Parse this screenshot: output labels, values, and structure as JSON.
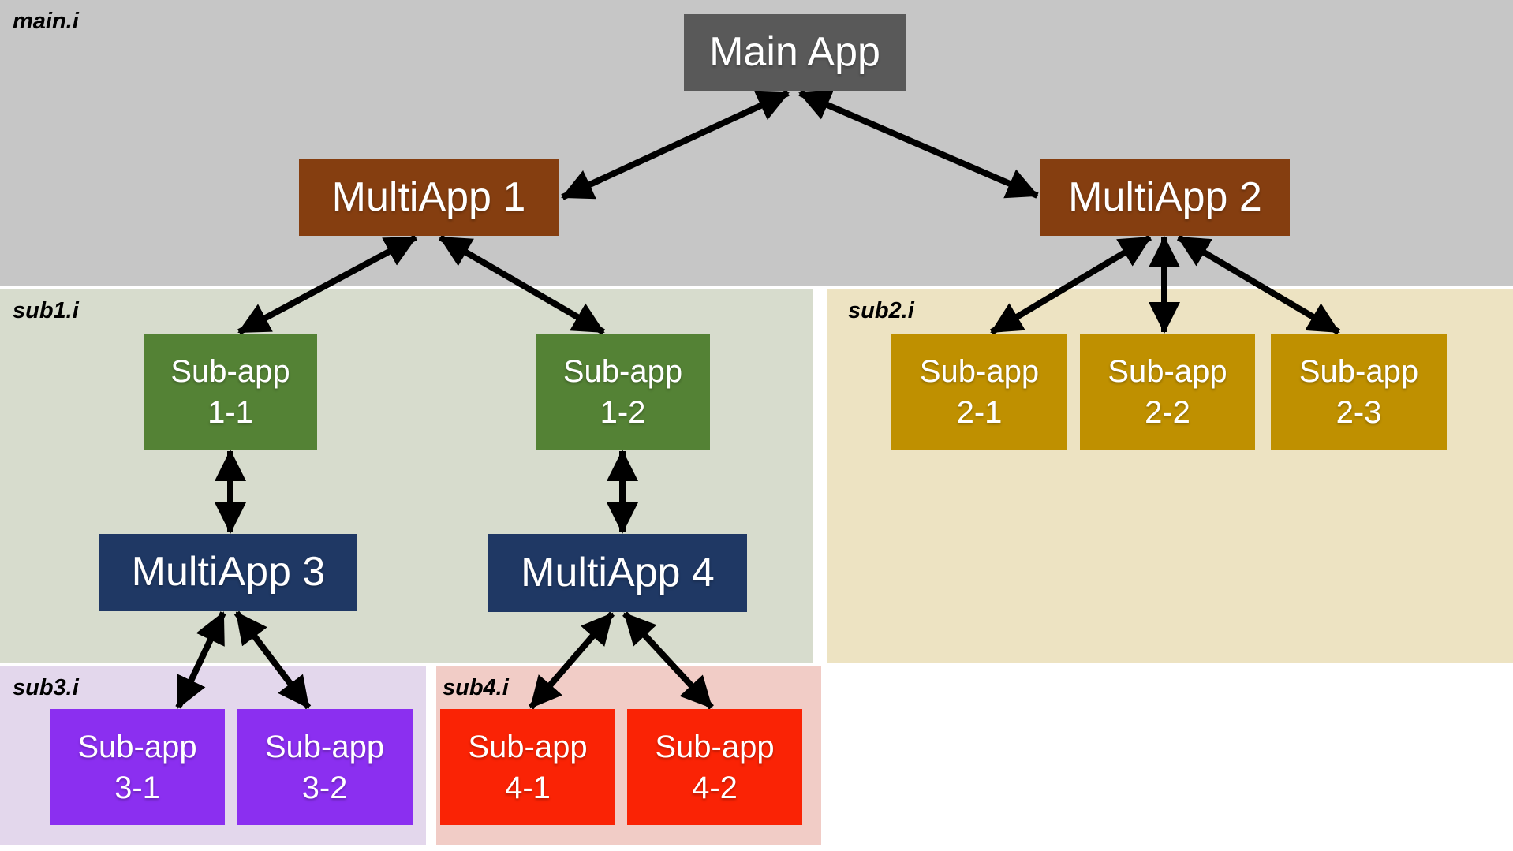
{
  "diagram": {
    "arrow_color": "#000000",
    "regions": [
      {
        "id": "main",
        "label": "main.i",
        "bg": "#c6c6c6"
      },
      {
        "id": "sub1",
        "label": "sub1.i",
        "bg": "#d7dccd"
      },
      {
        "id": "sub2",
        "label": "sub2.i",
        "bg": "#ede3c2"
      },
      {
        "id": "sub3",
        "label": "sub3.i",
        "bg": "#e3d7ec"
      },
      {
        "id": "sub4",
        "label": "sub4.i",
        "bg": "#f1ccc6"
      }
    ],
    "nodes": [
      {
        "id": "main-app",
        "label": "Main App",
        "color": "#595959",
        "region": "main"
      },
      {
        "id": "multiapp-1",
        "label": "MultiApp 1",
        "color": "#853e10",
        "region": "main"
      },
      {
        "id": "multiapp-2",
        "label": "MultiApp 2",
        "color": "#853e10",
        "region": "main"
      },
      {
        "id": "sub-app-1-1",
        "label": "Sub-app\n1-1",
        "color": "#548235",
        "region": "sub1"
      },
      {
        "id": "sub-app-1-2",
        "label": "Sub-app\n1-2",
        "color": "#548235",
        "region": "sub1"
      },
      {
        "id": "sub-app-2-1",
        "label": "Sub-app\n2-1",
        "color": "#bf9000",
        "region": "sub2"
      },
      {
        "id": "sub-app-2-2",
        "label": "Sub-app\n2-2",
        "color": "#bf9000",
        "region": "sub2"
      },
      {
        "id": "sub-app-2-3",
        "label": "Sub-app\n2-3",
        "color": "#bf9000",
        "region": "sub2"
      },
      {
        "id": "multiapp-3",
        "label": "MultiApp 3",
        "color": "#1f3864",
        "region": "sub1"
      },
      {
        "id": "multiapp-4",
        "label": "MultiApp 4",
        "color": "#1f3864",
        "region": "sub1"
      },
      {
        "id": "sub-app-3-1",
        "label": "Sub-app\n3-1",
        "color": "#8b2ff0",
        "region": "sub3"
      },
      {
        "id": "sub-app-3-2",
        "label": "Sub-app\n3-2",
        "color": "#8b2ff0",
        "region": "sub3"
      },
      {
        "id": "sub-app-4-1",
        "label": "Sub-app\n4-1",
        "color": "#fa2305",
        "region": "sub4"
      },
      {
        "id": "sub-app-4-2",
        "label": "Sub-app\n4-2",
        "color": "#fa2305",
        "region": "sub4"
      }
    ],
    "edges": [
      {
        "from": "main-app",
        "to": "multiapp-1",
        "direction": "bidirectional"
      },
      {
        "from": "main-app",
        "to": "multiapp-2",
        "direction": "bidirectional"
      },
      {
        "from": "multiapp-1",
        "to": "sub-app-1-1",
        "direction": "bidirectional"
      },
      {
        "from": "multiapp-1",
        "to": "sub-app-1-2",
        "direction": "bidirectional"
      },
      {
        "from": "multiapp-2",
        "to": "sub-app-2-1",
        "direction": "bidirectional"
      },
      {
        "from": "multiapp-2",
        "to": "sub-app-2-2",
        "direction": "bidirectional"
      },
      {
        "from": "multiapp-2",
        "to": "sub-app-2-3",
        "direction": "bidirectional"
      },
      {
        "from": "sub-app-1-1",
        "to": "multiapp-3",
        "direction": "bidirectional"
      },
      {
        "from": "sub-app-1-2",
        "to": "multiapp-4",
        "direction": "bidirectional"
      },
      {
        "from": "multiapp-3",
        "to": "sub-app-3-1",
        "direction": "bidirectional"
      },
      {
        "from": "multiapp-3",
        "to": "sub-app-3-2",
        "direction": "bidirectional"
      },
      {
        "from": "multiapp-4",
        "to": "sub-app-4-1",
        "direction": "bidirectional"
      },
      {
        "from": "multiapp-4",
        "to": "sub-app-4-2",
        "direction": "bidirectional"
      }
    ]
  }
}
